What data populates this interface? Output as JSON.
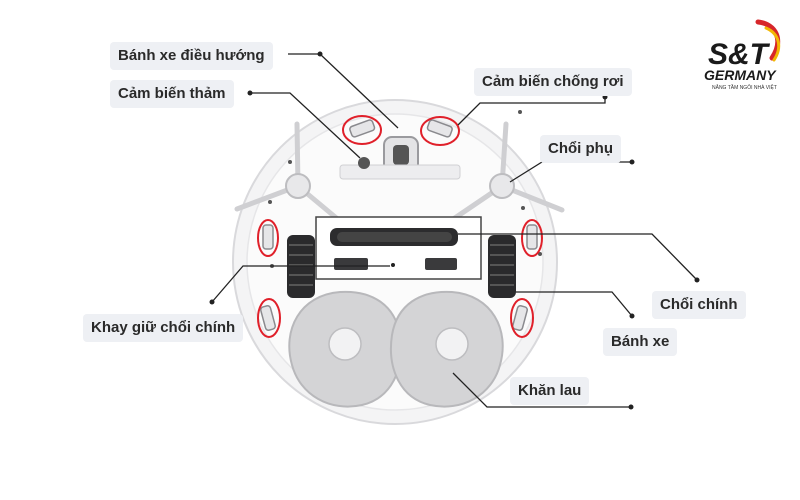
{
  "labels": {
    "nav_wheel": "Bánh xe điều hướng",
    "carpet_sensor": "Cảm biến thảm",
    "cliff_sensor": "Cảm biến chống rơi",
    "side_brush": "Chổi phụ",
    "main_brush": "Chổi chính",
    "wheel": "Bánh xe",
    "brush_tray": "Khay giữ chổi chính",
    "mop": "Khăn lau"
  },
  "logo": {
    "mark": "S&T",
    "name": "GERMANY",
    "tagline": "NÂNG TẦM NGÔI NHÀ VIỆT"
  },
  "colors": {
    "highlight": "#e0202a",
    "leader": "#222222",
    "label_bg": "#eef0f4",
    "logo_dark": "#1a1a1a",
    "logo_red": "#d7262a",
    "logo_gold": "#f2b705"
  }
}
